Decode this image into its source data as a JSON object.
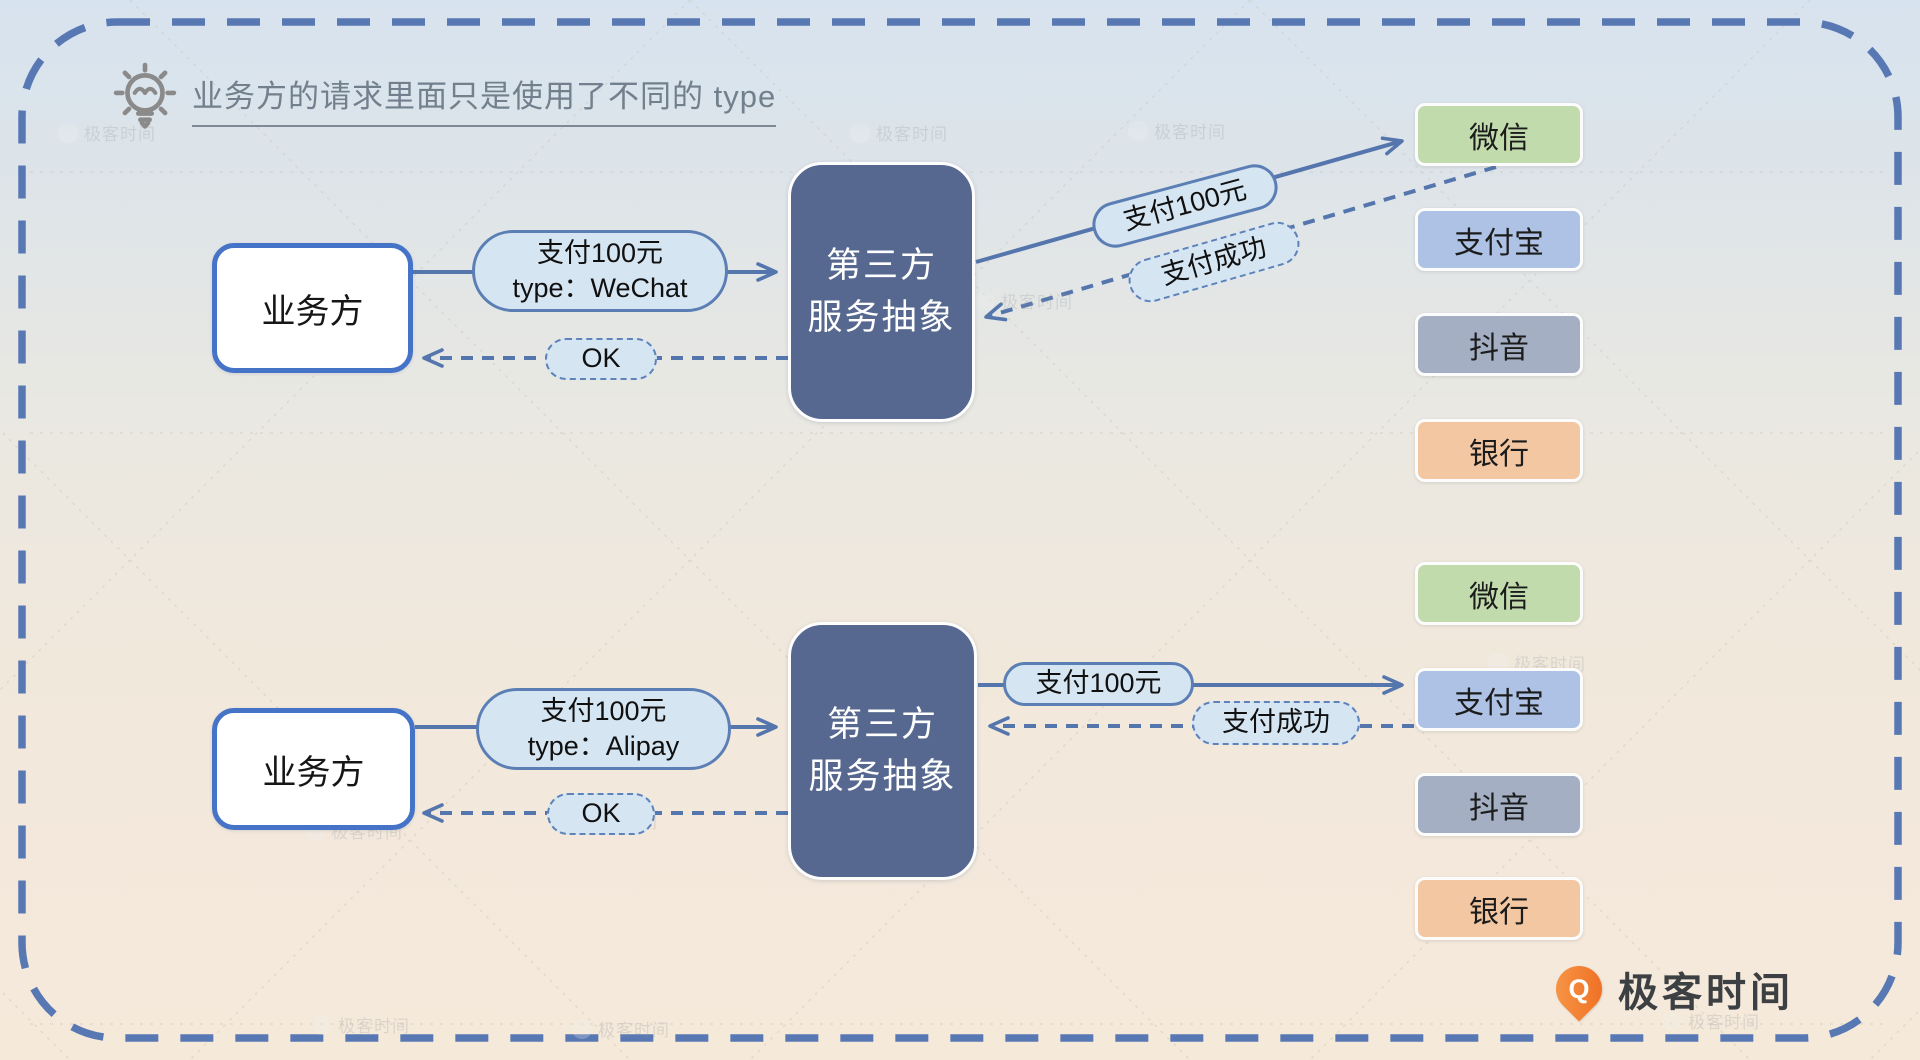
{
  "note": {
    "icon": "lightbulb-icon",
    "text": "业务方的请求里面只是使用了不同的 type"
  },
  "top_flow": {
    "business_label": "业务方",
    "abstraction_label_line1": "第三方",
    "abstraction_label_line2": "服务抽象",
    "request_pill_line1": "支付100元",
    "request_pill_line2": "type：WeChat",
    "response_pill": "OK",
    "provider_request_pill": "支付100元",
    "provider_response_pill": "支付成功",
    "providers": [
      {
        "name": "微信",
        "color": "#c2dbac"
      },
      {
        "name": "支付宝",
        "color": "#adc2e5"
      },
      {
        "name": "抖音",
        "color": "#a4afc4"
      },
      {
        "name": "银行",
        "color": "#f3c7a2"
      }
    ]
  },
  "bottom_flow": {
    "business_label": "业务方",
    "abstraction_label_line1": "第三方",
    "abstraction_label_line2": "服务抽象",
    "request_pill_line1": "支付100元",
    "request_pill_line2": "type：Alipay",
    "response_pill": "OK",
    "provider_request_pill": "支付100元",
    "provider_response_pill": "支付成功",
    "providers": [
      {
        "name": "微信",
        "color": "#c2dbac"
      },
      {
        "name": "支付宝",
        "color": "#adc2e5"
      },
      {
        "name": "抖音",
        "color": "#a4afc4"
      },
      {
        "name": "银行",
        "color": "#f3c7a2"
      }
    ]
  },
  "watermark": {
    "q": "Q",
    "text": "极客时间"
  },
  "logo": {
    "q": "Q",
    "text": "极客时间"
  },
  "colors": {
    "background_top": "#d7e3ef",
    "background_bottom": "#f5e9da",
    "dashed_border": "#5878b4",
    "arrow": "#5576ad",
    "abstraction_box": "#56688f",
    "business_border": "#4573c8",
    "pill_fill": "#d6e5f2",
    "pill_border": "#5b7fb5",
    "logo_orange": "#ee6a1f"
  }
}
